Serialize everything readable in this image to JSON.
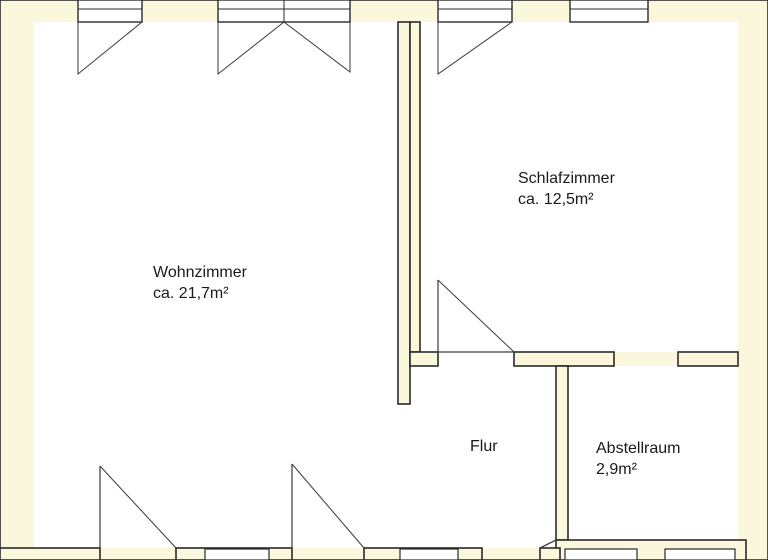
{
  "colors": {
    "wall_fill": "#fbf7dc",
    "wall_stroke": "#2a2a2a",
    "floor": "#ffffff",
    "door_line": "#3a3a3a",
    "window_fill": "#ffffff"
  },
  "rooms": [
    {
      "id": "wohnzimmer",
      "name": "Wohnzimmer",
      "area": "ca. 21,7m²"
    },
    {
      "id": "schlafzimmer",
      "name": "Schlafzimmer",
      "area": "ca. 12,5m²"
    },
    {
      "id": "flur",
      "name": "Flur",
      "area": ""
    },
    {
      "id": "abstellraum",
      "name": "Abstellraum",
      "area": "2,9m²"
    }
  ]
}
